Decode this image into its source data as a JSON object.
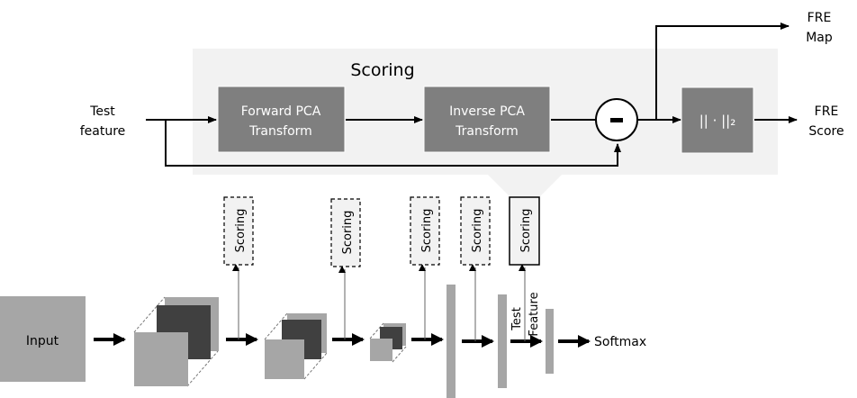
{
  "colors": {
    "panel_bg": "#f2f2f2",
    "block_fill": "#7f7f7f",
    "layer_light": "#a6a6a6",
    "layer_dark": "#404040",
    "line": "#000000"
  },
  "scoring_panel": {
    "title": "Scoring",
    "input_label_line1": "Test",
    "input_label_line2": "feature",
    "forward_pca_line1": "Forward PCA",
    "forward_pca_line2": "Transform",
    "inverse_pca_line1": "Inverse PCA",
    "inverse_pca_line2": "Transform",
    "subtract_symbol": "–",
    "norm_label": "|| · ||₂",
    "output_map_line1": "FRE",
    "output_map_line2": "Map",
    "output_score_line1": "FRE",
    "output_score_line2": "Score"
  },
  "network": {
    "input_label": "Input",
    "scoring_label": "Scoring",
    "scoring_modules": [
      {
        "label": "Scoring",
        "style": "dashed"
      },
      {
        "label": "Scoring",
        "style": "dashed"
      },
      {
        "label": "Scoring",
        "style": "dashed"
      },
      {
        "label": "Scoring",
        "style": "dashed"
      },
      {
        "label": "Scoring",
        "style": "solid"
      }
    ],
    "test_feature_line1": "Test",
    "test_feature_line2": "Feature",
    "output_label": "Softmax"
  }
}
